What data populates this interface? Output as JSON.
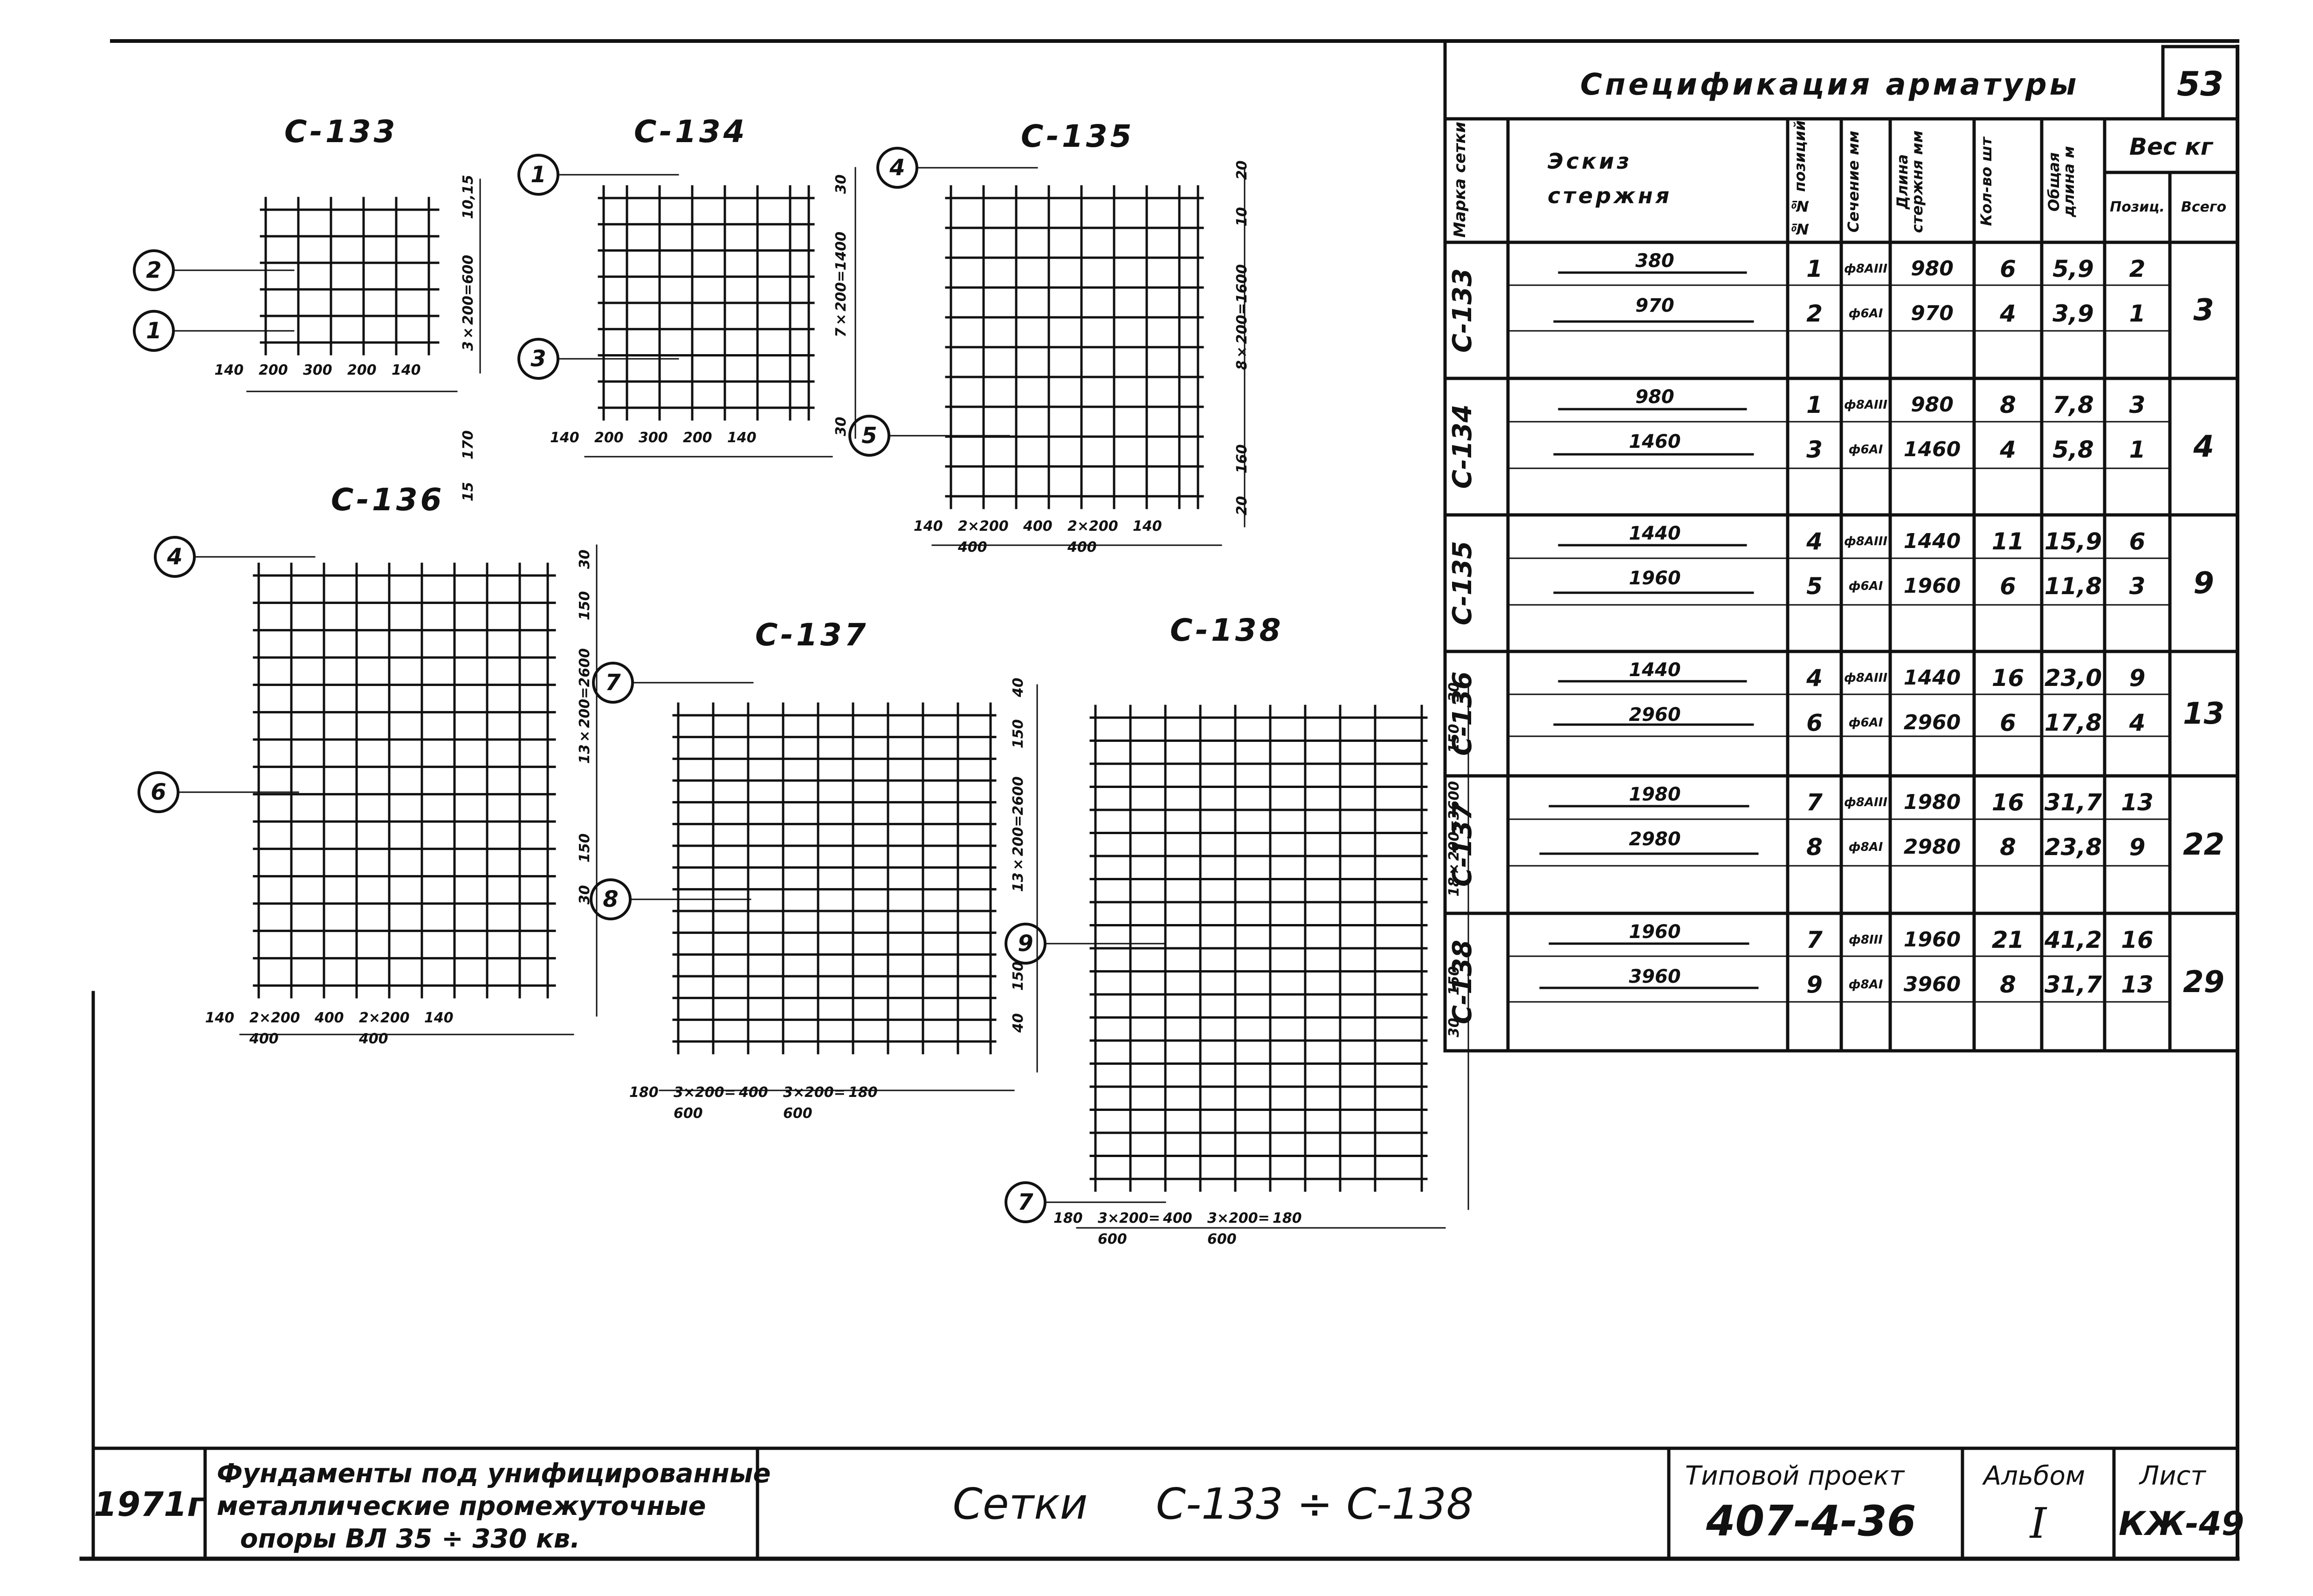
{
  "sheet_number": "53",
  "spec": {
    "title": "Спецификация арматуры",
    "headers": {
      "mark": "Марка сетки",
      "sketch": "Эскиз стержня",
      "pos": "№ № позиций",
      "section": "Сечение мм",
      "length": "Длина стержня мм",
      "count": "Кол-во шт",
      "total_length": "Общая длина м",
      "weight": "Вес кг",
      "weight_pos": "Позиц.",
      "weight_all": "Всего"
    },
    "rows": [
      {
        "mark": "С-133",
        "bars": [
          {
            "sketch": "380",
            "pos": "1",
            "section": "ф8АIII",
            "length": "980",
            "count": "6",
            "total_length": "5,9",
            "weight": "2"
          },
          {
            "sketch": "970",
            "pos": "2",
            "section": "ф6АI",
            "length": "970",
            "count": "4",
            "total_length": "3,9",
            "weight": "1"
          }
        ],
        "total": "3"
      },
      {
        "mark": "С-134",
        "bars": [
          {
            "sketch": "980",
            "pos": "1",
            "section": "ф8АIII",
            "length": "980",
            "count": "8",
            "total_length": "7,8",
            "weight": "3"
          },
          {
            "sketch": "1460",
            "pos": "3",
            "section": "ф6АI",
            "length": "1460",
            "count": "4",
            "total_length": "5,8",
            "weight": "1"
          }
        ],
        "total": "4"
      },
      {
        "mark": "С-135",
        "bars": [
          {
            "sketch": "1440",
            "pos": "4",
            "section": "ф8АIII",
            "length": "1440",
            "count": "11",
            "total_length": "15,9",
            "weight": "6"
          },
          {
            "sketch": "1960",
            "pos": "5",
            "section": "ф6АI",
            "length": "1960",
            "count": "6",
            "total_length": "11,8",
            "weight": "3"
          }
        ],
        "total": "9"
      },
      {
        "mark": "С-136",
        "bars": [
          {
            "sketch": "1440",
            "pos": "4",
            "section": "ф8АIII",
            "length": "1440",
            "count": "16",
            "total_length": "23,0",
            "weight": "9"
          },
          {
            "sketch": "2960",
            "pos": "6",
            "section": "ф6АI",
            "length": "2960",
            "count": "6",
            "total_length": "17,8",
            "weight": "4"
          }
        ],
        "total": "13"
      },
      {
        "mark": "С-137",
        "bars": [
          {
            "sketch": "1980",
            "pos": "7",
            "section": "ф8АIII",
            "length": "1980",
            "count": "16",
            "total_length": "31,7",
            "weight": "13"
          },
          {
            "sketch": "2980",
            "pos": "8",
            "section": "ф8АI",
            "length": "2980",
            "count": "8",
            "total_length": "23,8",
            "weight": "9"
          }
        ],
        "total": "22"
      },
      {
        "mark": "С-138",
        "bars": [
          {
            "sketch": "1960",
            "pos": "7",
            "section": "ф8III",
            "length": "1960",
            "count": "21",
            "total_length": "41,2",
            "weight": "16"
          },
          {
            "sketch": "3960",
            "pos": "9",
            "section": "ф8АI",
            "length": "3960",
            "count": "8",
            "total_length": "31,7",
            "weight": "13"
          }
        ],
        "total": "29"
      }
    ]
  },
  "meshes": [
    {
      "id": "С-133",
      "callouts": [
        "2",
        "1"
      ],
      "dims_h": [
        "140",
        "200",
        "300",
        "200",
        "140"
      ],
      "dims_v": [
        "10,15",
        "3×200=600",
        "170",
        "15"
      ]
    },
    {
      "id": "С-134",
      "callouts": [
        "1",
        "3"
      ],
      "dims_h": [
        "140",
        "200",
        "300",
        "200",
        "140"
      ],
      "dims_v": [
        "30",
        "7×200=1400",
        "30"
      ]
    },
    {
      "id": "С-135",
      "callouts": [
        "4",
        "5"
      ],
      "dims_h": [
        "140",
        "2×200",
        "400",
        "2×200",
        "140"
      ],
      "dims_h2": [
        "400",
        "400"
      ],
      "dims_v": [
        "20",
        "10",
        "8×200=1600",
        "160",
        "20"
      ]
    },
    {
      "id": "С-136",
      "callouts": [
        "4",
        "6"
      ],
      "dims_h": [
        "140",
        "2×200",
        "400",
        "2×200",
        "140"
      ],
      "dims_h2": [
        "400",
        "400"
      ],
      "dims_v": [
        "30",
        "150",
        "13×200=2600",
        "150",
        "30"
      ]
    },
    {
      "id": "С-137",
      "callouts": [
        "7",
        "8"
      ],
      "dims_h": [
        "180",
        "3×200=",
        "400",
        "3×200=",
        "180"
      ],
      "dims_h2": [
        "600",
        "600"
      ],
      "dims_v": [
        "40",
        "150",
        "13×200=2600",
        "150",
        "40"
      ]
    },
    {
      "id": "С-138",
      "callouts": [
        "9",
        "7"
      ],
      "dims_h": [
        "180",
        "3×200=",
        "400",
        "3×200=",
        "180"
      ],
      "dims_h2": [
        "600",
        "600"
      ],
      "dims_v": [
        "30",
        "150",
        "18×200=3600",
        "150",
        "30"
      ]
    }
  ],
  "title_block": {
    "year": "1971г",
    "project_desc_1": "Фундаменты под унифицированные",
    "project_desc_2": "металлические промежуточные",
    "project_desc_3": "опоры ВЛ 35 ÷ 330 кв.",
    "sheet_title": "Сетки     С-133 ÷ С-138",
    "type_project_label": "Типовой проект",
    "type_project_number": "407-4-36",
    "album_label": "Альбом",
    "album_number": "I",
    "sheet_label": "Лист",
    "sheet_code": "КЖ-49"
  }
}
